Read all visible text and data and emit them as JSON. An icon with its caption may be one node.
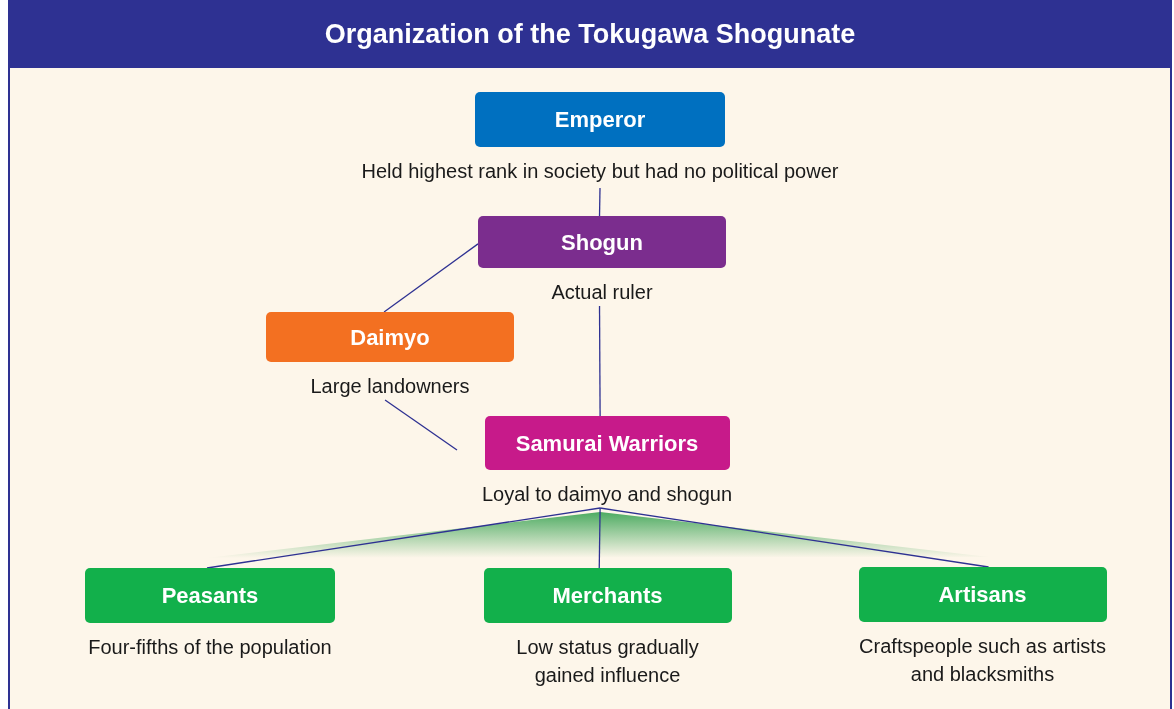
{
  "diagram": {
    "title": "Organization of the Tokugawa Shogunate",
    "nodes": [
      {
        "text": [
          "Emperor"
        ],
        "beside": [
          "Held highest rank in society but had no political power"
        ]
      },
      {
        "text": [
          "Shogun"
        ],
        "beside": [
          "Actual ruler"
        ]
      },
      {
        "text": [
          "Daimyo"
        ],
        "beside": [
          "Large landowners"
        ]
      },
      {
        "text": [
          "Samurai Warriors"
        ],
        "beside": [
          "Loyal to daimyo and shogun"
        ]
      },
      {
        "text": [
          "Peasants"
        ],
        "beside": [
          "Four-fifths of the population"
        ]
      },
      {
        "text": [
          "Merchants"
        ],
        "beside": [
          "Low status gradually gained influence"
        ]
      },
      {
        "text": [
          "Artisans"
        ],
        "beside": [
          "Craftspeople such as artists and blacksmiths"
        ]
      }
    ],
    "edges": [
      {
        "from": 0,
        "to": 1,
        "arrow": "none"
      },
      {
        "from": 1,
        "to": 2,
        "arrow": "none"
      },
      {
        "from": 1,
        "to": 3,
        "arrow": "none"
      },
      {
        "from": 2,
        "to": 3,
        "arrow": "none"
      },
      {
        "from": 3,
        "to": 4,
        "arrow": "none"
      },
      {
        "from": 3,
        "to": 5,
        "arrow": "none"
      },
      {
        "from": 3,
        "to": 6,
        "arrow": "none"
      }
    ]
  }
}
